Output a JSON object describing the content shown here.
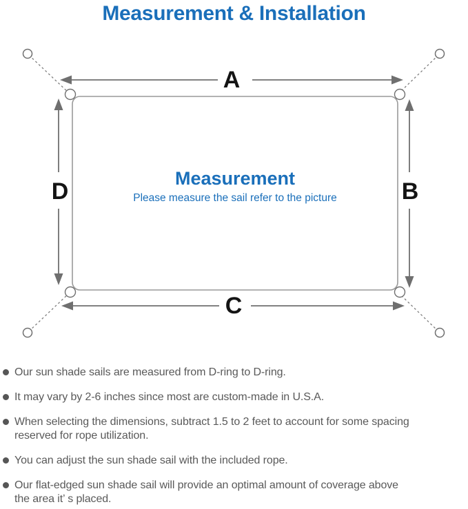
{
  "title": "Measurement & Installation",
  "diagram": {
    "center_title": "Measurement",
    "center_subtitle": "Please measure the sail refer to the picture",
    "dimension_labels": {
      "top": "A",
      "right": "B",
      "bottom": "C",
      "left": "D"
    },
    "colors": {
      "accent_blue": "#1a6fba",
      "arrow_gray": "#6f6f6f",
      "sail_outline_gray": "#999999",
      "dashed_rope_gray": "#7d7d7d",
      "label_black": "#141414",
      "note_text_gray": "#595959"
    }
  },
  "notes": [
    "Our sun shade sails are measured from D-ring to D-ring.",
    "It may vary by 2-6 inches since most are custom-made in U.S.A.",
    "When selecting the dimensions, subtract 1.5 to 2 feet to account for some spacing\nreserved for rope utilization.",
    "You can adjust the sun shade sail with the included rope.",
    "Our flat-edged sun shade sail will provide an optimal amount of coverage above\nthe area it’ s placed."
  ]
}
